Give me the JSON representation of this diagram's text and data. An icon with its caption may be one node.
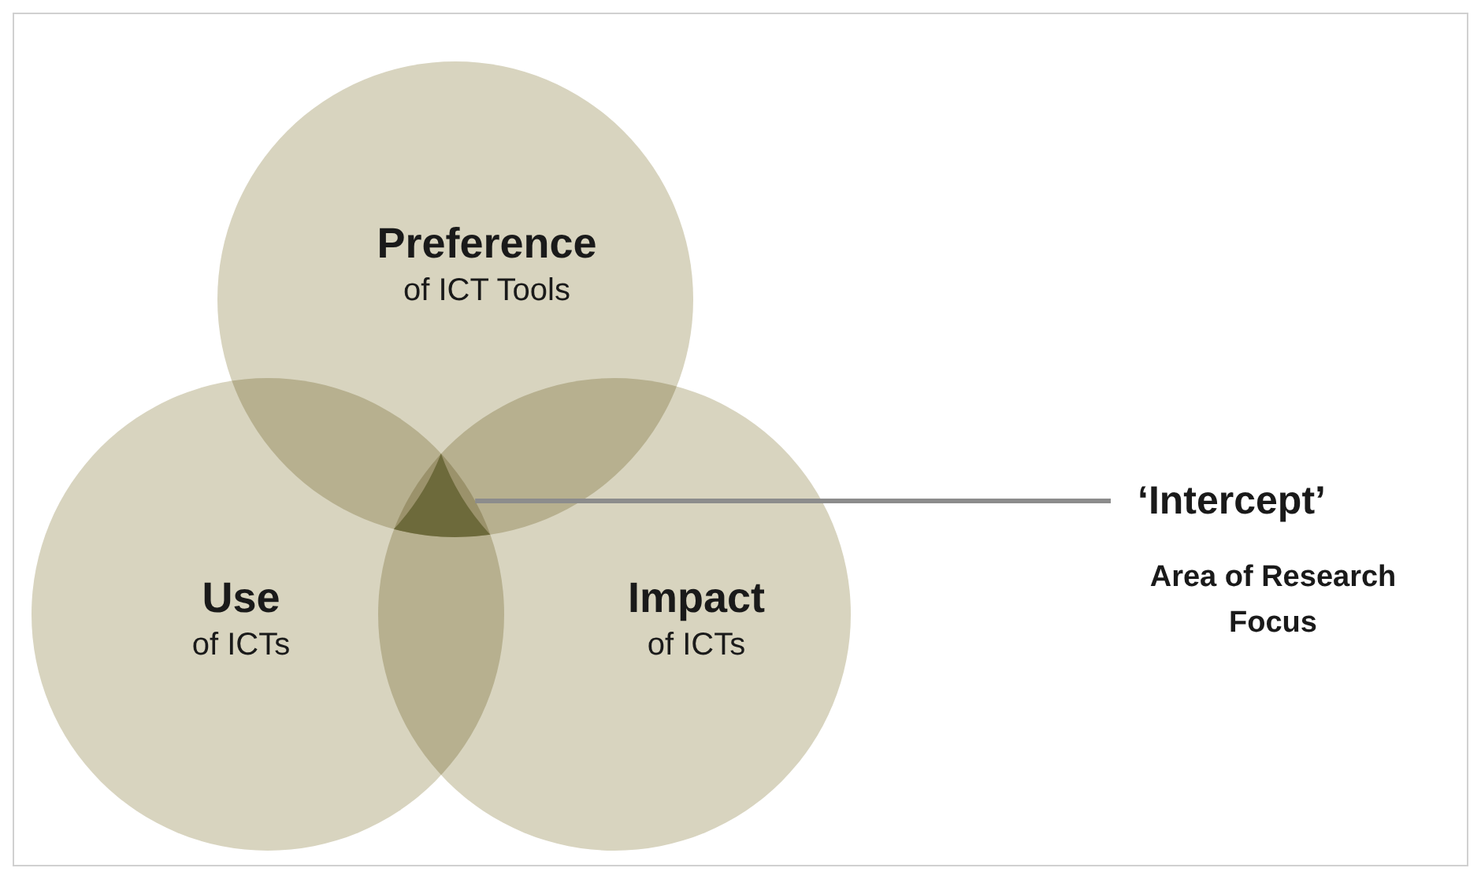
{
  "diagram": {
    "nodes": [
      {
        "text": [
          "Preference",
          "of ICT Tools"
        ]
      },
      {
        "text": [
          "Use",
          "of ICTs"
        ]
      },
      {
        "text": [
          "Impact",
          "of ICTs"
        ]
      },
      {
        "text": [],
        "shape": "region"
      },
      {
        "text": [
          "‘Intercept’",
          "Area of Research Focus"
        ]
      }
    ],
    "edges": [
      {
        "from": 4,
        "to": 3,
        "arrow": "none"
      }
    ]
  }
}
